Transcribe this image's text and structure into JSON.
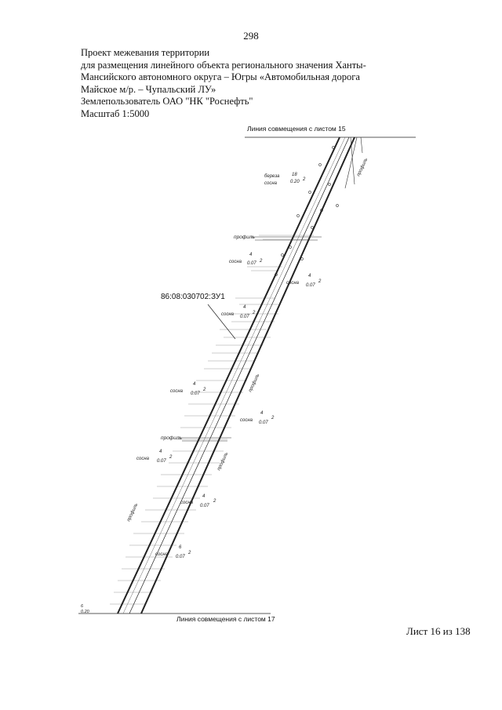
{
  "page_number": "298",
  "header": {
    "lines": [
      "Проект межевания территории",
      "для размещения линейного объекта регионального значения Ханты-",
      "Мансийского автономного округа – Югры  «Автомобильная дорога",
      "Майское м/р. – Чупальский ЛУ»",
      "Землепользователь ОАО \"НК \"Роснефть\"",
      "Масштаб 1:5000"
    ]
  },
  "map": {
    "top_match_line": "Линия совмещения с листом 15",
    "bottom_match_line": "Линия совмещения с листом 17",
    "parcel_id": "86:08:030702:ЗУ1",
    "profile_label": "профиль",
    "forest_labels": {
      "birch": "береза",
      "pine": "сосна",
      "ratio_18": "18",
      "ratio_4": "4",
      "ratio_6": "6",
      "sub_020": "0.20",
      "sub_007": "0.07",
      "exp_2": "2"
    }
  },
  "sheet_label": "Лист 16 из 138"
}
